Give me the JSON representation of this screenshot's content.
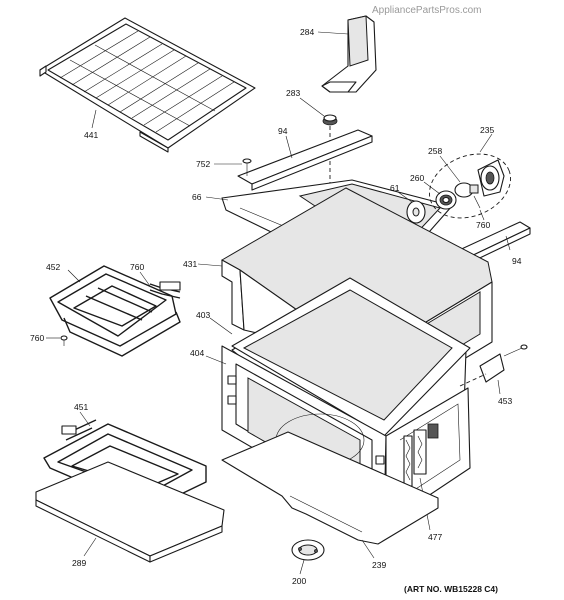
{
  "watermark": "AppliancePartsPros.com",
  "art_number": "(ART NO. WB15228 C4)",
  "callouts": {
    "c441": "441",
    "c284": "284",
    "c283": "283",
    "c94_top": "94",
    "c235": "235",
    "c752": "752",
    "c258": "258",
    "c66": "66",
    "c61": "61",
    "c260": "260",
    "c760_light": "760",
    "c452": "452",
    "c760_bake_top": "760",
    "c431": "431",
    "c94_right": "94",
    "c760_bake_left": "760",
    "c403": "403",
    "c404": "404",
    "c453": "453",
    "c451": "451",
    "c477": "477",
    "c289": "289",
    "c239": "239",
    "c200": "200"
  }
}
